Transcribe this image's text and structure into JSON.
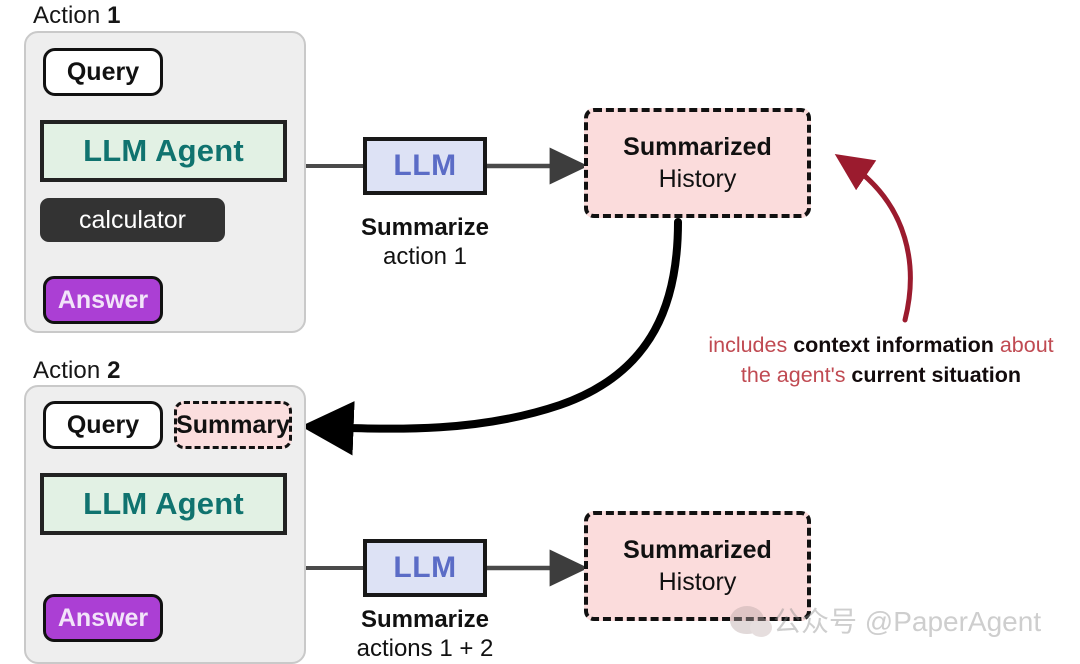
{
  "diagram": {
    "title": "LLM Agent summarized-history loop",
    "colors": {
      "panel_bg": "#eeeeee",
      "agent_fill": "#e2f1e4",
      "agent_text": "#10736f",
      "llm_fill": "#dde2f5",
      "llm_text": "#5b6cc6",
      "history_fill": "#fbdcdc",
      "answer_fill": "#ab3fd4",
      "tool_fill": "#333333",
      "annotation_red": "#c04a52",
      "arrow_red": "#9b1b2e",
      "arrow_dark": "#3d3d3d"
    },
    "sections": [
      {
        "label_prefix": "Action ",
        "label_number": "1",
        "query": "Query",
        "agent": "LLM Agent",
        "tool": "calculator",
        "answer": "Answer",
        "summary_chip": null,
        "llm": "LLM",
        "caption_top": "Summarize",
        "caption_bottom": "action 1",
        "history_top": "Summarized",
        "history_bottom": "History"
      },
      {
        "label_prefix": "Action ",
        "label_number": "2",
        "query": "Query",
        "agent": "LLM Agent",
        "tool": null,
        "answer": "Answer",
        "summary_chip": "Summary",
        "llm": "LLM",
        "caption_top": "Summarize",
        "caption_bottom": "actions 1 + 2",
        "history_top": "Summarized",
        "history_bottom": "History"
      }
    ],
    "annotation": {
      "line1_part1": "includes ",
      "line1_bold": "context information",
      "line1_part2": " about",
      "line2_part1": "the agent's ",
      "line2_bold": "current situation"
    },
    "watermark": {
      "text": "公众号 @PaperAgent"
    }
  }
}
